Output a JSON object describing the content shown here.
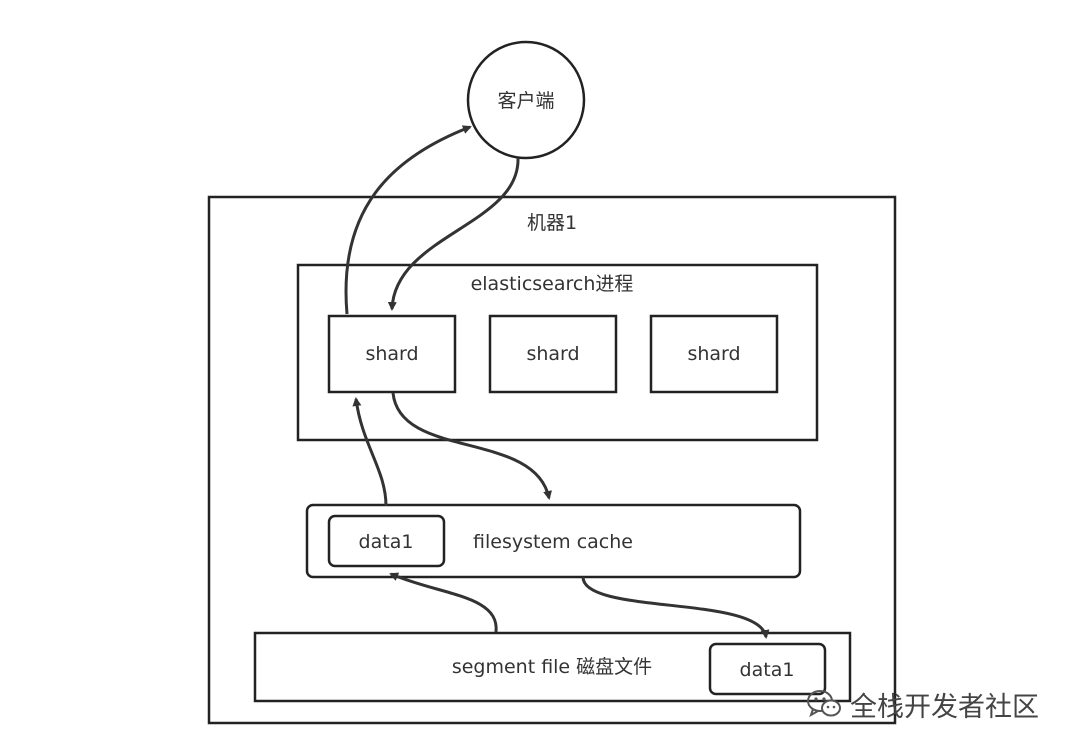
{
  "client": {
    "label": "客户端"
  },
  "machine": {
    "label": "机器1"
  },
  "process": {
    "label": "elasticsearch进程"
  },
  "shards": [
    {
      "label": "shard"
    },
    {
      "label": "shard"
    },
    {
      "label": "shard"
    }
  ],
  "cache": {
    "label": "filesystem cache",
    "data_label": "data1"
  },
  "disk": {
    "label": "segment file 磁盘文件",
    "data_label": "data1"
  },
  "watermark": {
    "icon": "wechat-icon",
    "text": "全栈开发者社区"
  }
}
